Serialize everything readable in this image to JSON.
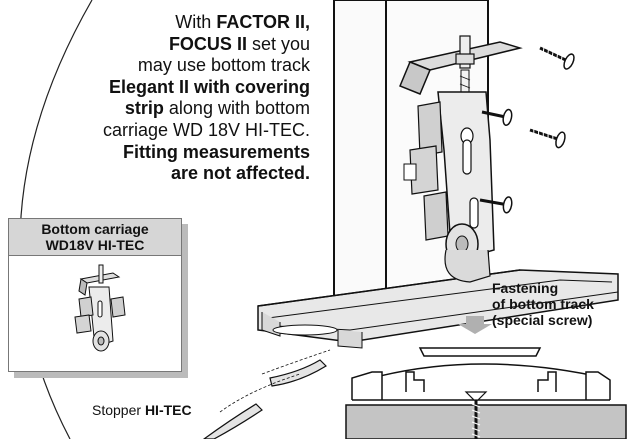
{
  "intro": {
    "t1": "With ",
    "t2": "FACTOR II,",
    "t3": "FOCUS II",
    "t4": " set you",
    "t5": "may use bottom track",
    "t6": "Elegant II with covering",
    "t7": "strip",
    "t8": " along with bottom",
    "t9": "carriage WD 18V HI-TEC.",
    "t10": "Fitting measurements",
    "t11": "are not affected."
  },
  "carriage_box": {
    "title_line1": "Bottom carriage",
    "title_line2": "WD18V HI-TEC"
  },
  "fastening": {
    "line1": "Fastening",
    "line2": "of bottom track",
    "line3": "(special screw)"
  },
  "stopper": {
    "prefix": "Stopper ",
    "name": "HI-TEC"
  },
  "colors": {
    "metal_light": "#e6e6e6",
    "metal_mid": "#c8c8c8",
    "panel": "#f7f7f7",
    "floor": "#c4c4c4",
    "arrow": "#b0b0b0"
  }
}
